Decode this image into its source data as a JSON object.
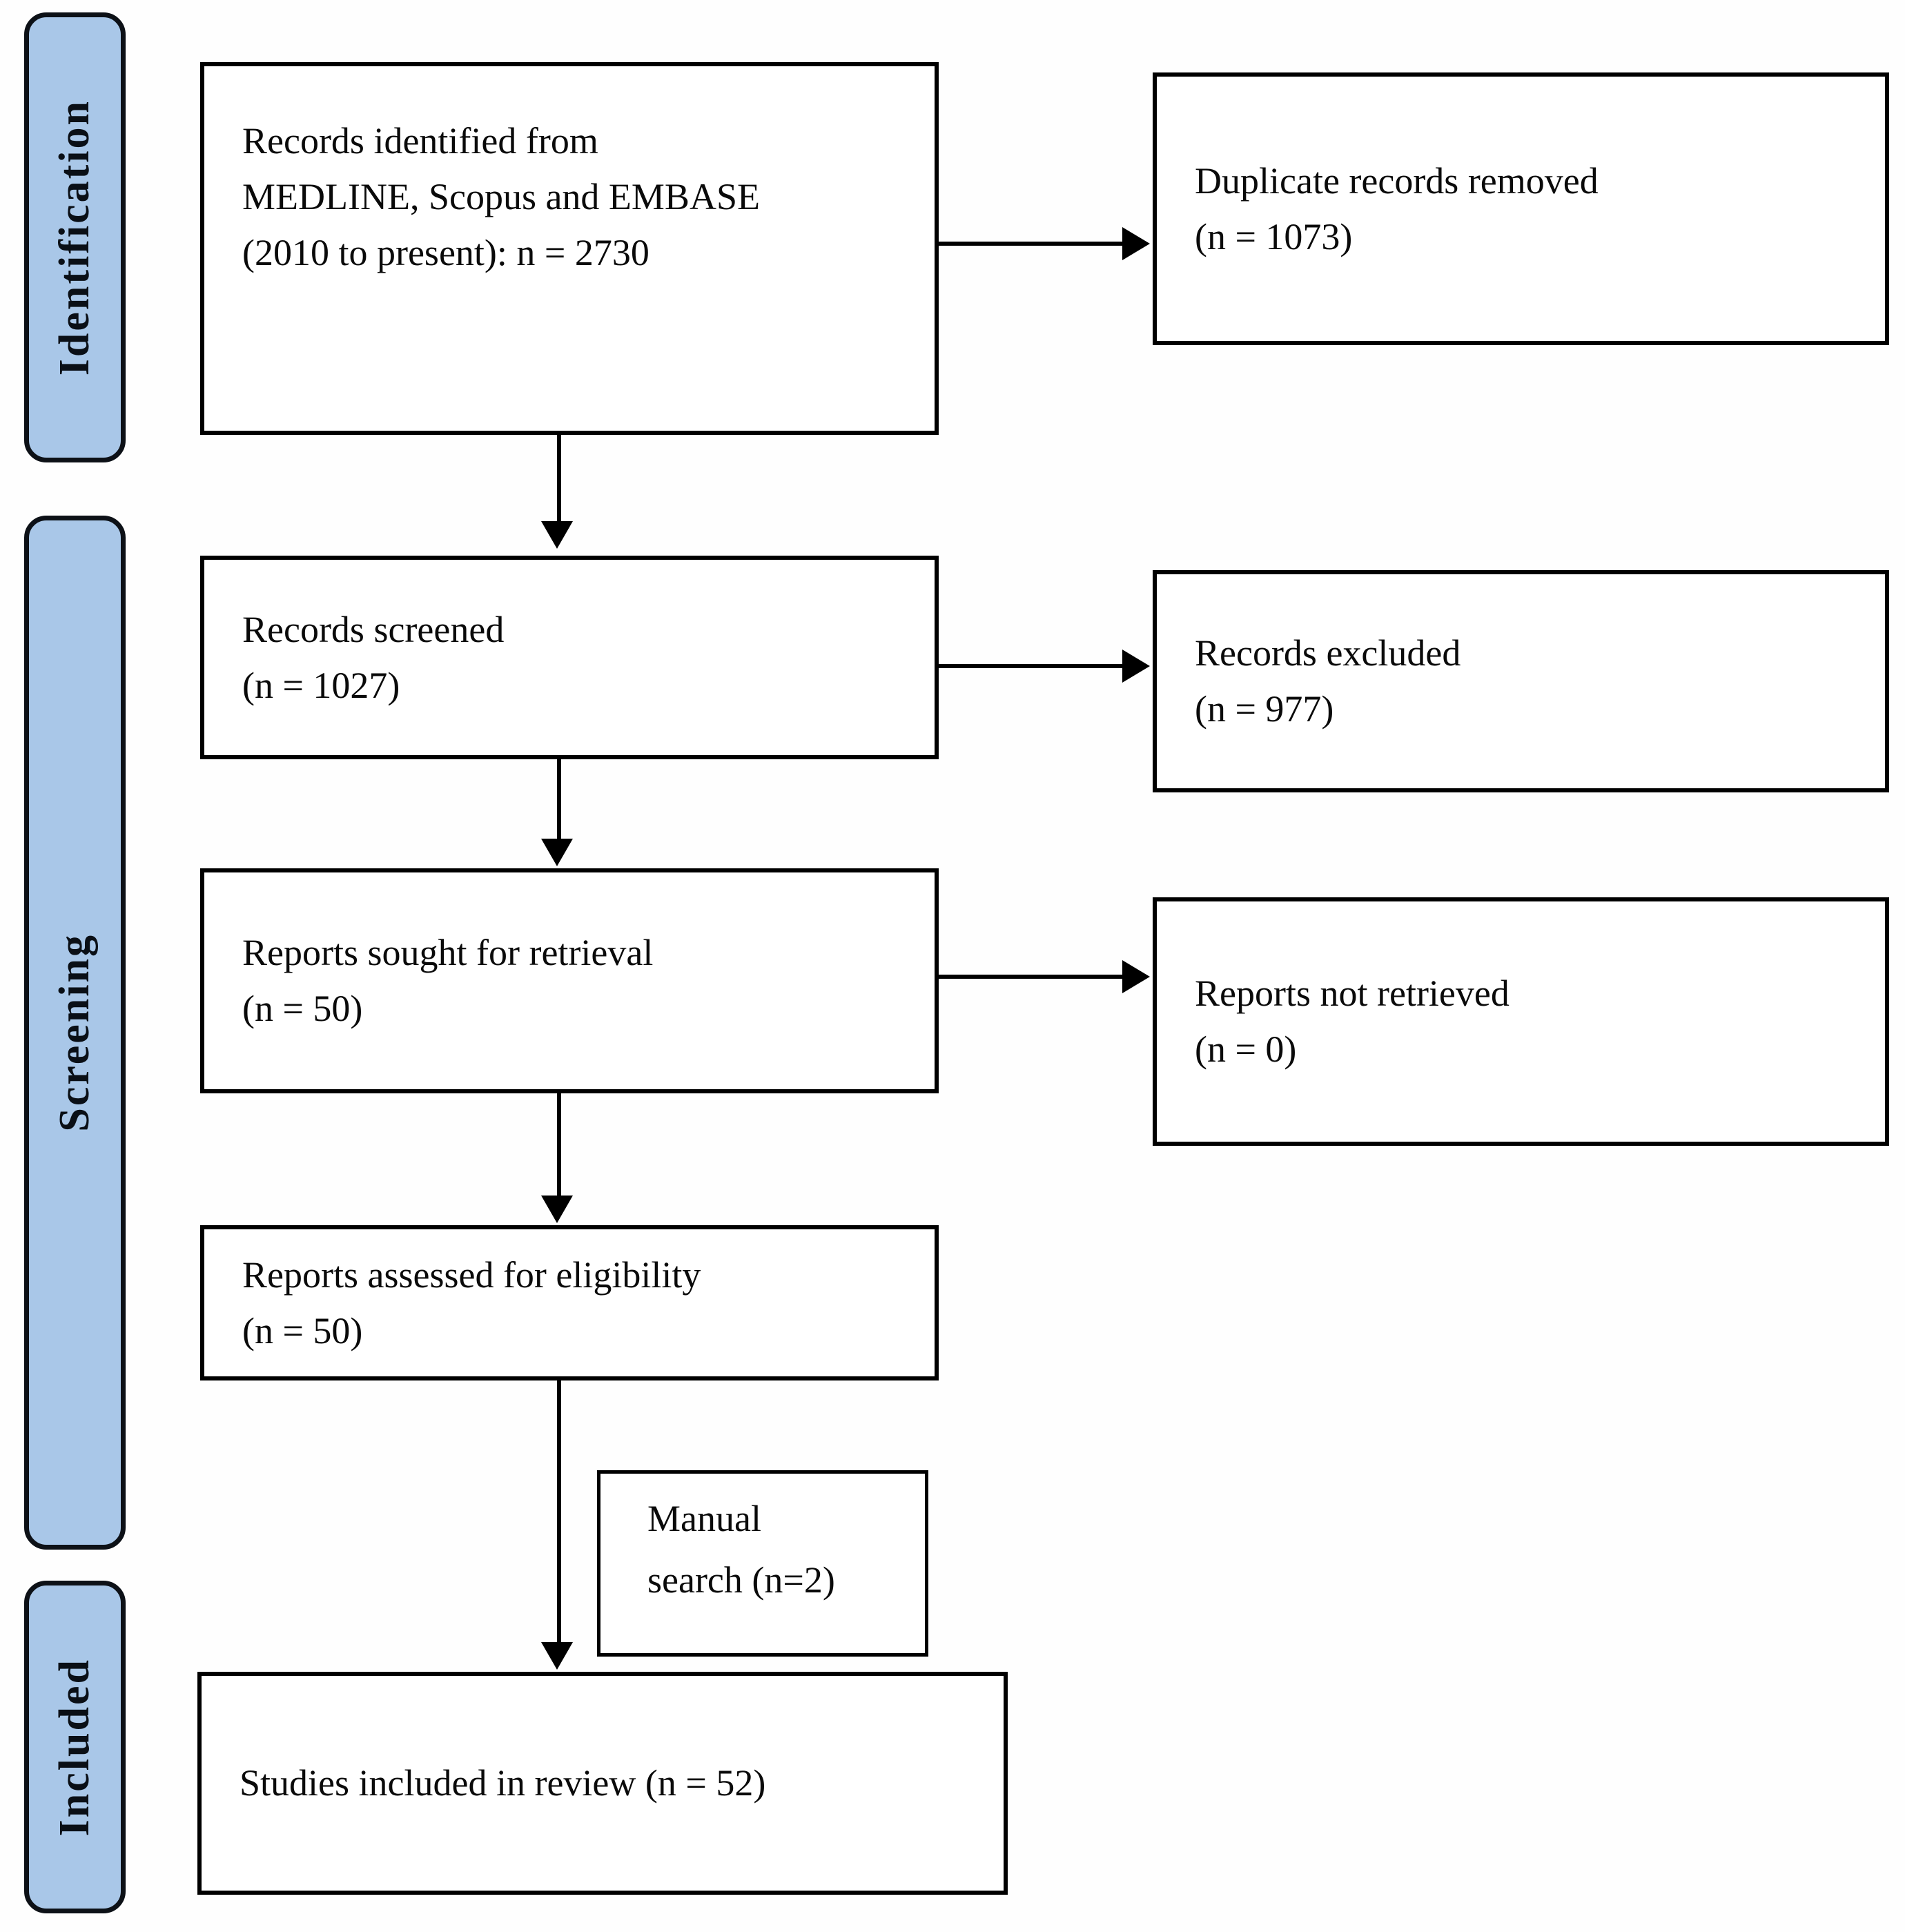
{
  "stages": [
    {
      "label": "Identification"
    },
    {
      "label": "Screening"
    },
    {
      "label": "Included"
    }
  ],
  "boxes": {
    "identified": {
      "lines": [
        "Records identified from",
        "MEDLINE, Scopus and EMBASE",
        "(2010 to present): n = 2730"
      ]
    },
    "duplicates": {
      "lines": [
        "Duplicate records removed",
        "(n = 1073)"
      ]
    },
    "screened": {
      "lines": [
        "Records screened",
        "(n = 1027)"
      ]
    },
    "excluded": {
      "lines": [
        "Records excluded",
        "(n = 977)"
      ]
    },
    "sought": {
      "lines": [
        "Reports sought for retrieval",
        "(n = 50)"
      ]
    },
    "not_retrieved": {
      "lines": [
        "Reports not retrieved",
        "(n = 0)"
      ]
    },
    "assessed": {
      "lines": [
        "Reports assessed for eligibility",
        "(n = 50)"
      ]
    },
    "manual": {
      "lines": [
        "Manual",
        "search (n=2)"
      ]
    },
    "included_review": {
      "lines": [
        "Studies included in review (n = 52)"
      ]
    }
  },
  "colors": {
    "stage_fill": "#a9c7e8",
    "stage_border": "#0d1117",
    "box_border": "#000000",
    "arrow": "#000000",
    "text": "#0a0a0a",
    "background": "#fefefe"
  }
}
